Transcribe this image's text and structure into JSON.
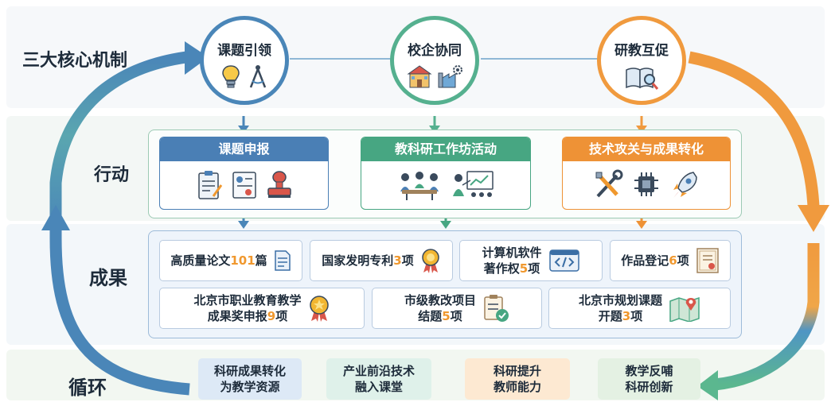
{
  "rows": {
    "mechanisms_label": "三大核心机制",
    "actions_label": "行动",
    "results_label": "成果",
    "cycle_label": "循环"
  },
  "mechanisms": [
    {
      "title": "课题引领",
      "color": "#4a86b8",
      "icons": [
        "lightbulb-icon",
        "compass-icon"
      ]
    },
    {
      "title": "校企协同",
      "color": "#55b08f",
      "icons": [
        "school-icon",
        "factory-icon"
      ]
    },
    {
      "title": "研教互促",
      "color": "#f09a3e",
      "icons": [
        "book-magnifier-icon"
      ]
    }
  ],
  "actions": [
    {
      "title": "课题申报",
      "color": "#4a7fb5",
      "icons": [
        "clipboard-icon",
        "certificate-icon",
        "stamp-icon"
      ]
    },
    {
      "title": "教科研工作坊活动",
      "color": "#47a682",
      "icons": [
        "meeting-icon",
        "presentation-icon"
      ]
    },
    {
      "title": "技术攻关与成果转化",
      "color": "#ee9236",
      "icons": [
        "tools-icon",
        "chip-icon",
        "rocket-icon"
      ]
    }
  ],
  "results": [
    {
      "pre": "高质量论文",
      "num": "101",
      "post": "篇",
      "pre2": "",
      "num2": "",
      "post2": "",
      "icon": "document-icon"
    },
    {
      "pre": "国家发明专利",
      "num": "3",
      "post": "项",
      "pre2": "",
      "num2": "",
      "post2": "",
      "icon": "patent-medal-icon"
    },
    {
      "pre": "计算机软件",
      "num": "",
      "post": "",
      "pre2": "著作权",
      "num2": "5",
      "post2": "项",
      "icon": "code-window-icon"
    },
    {
      "pre": "作品登记",
      "num": "6",
      "post": "项",
      "pre2": "",
      "num2": "",
      "post2": "",
      "icon": "certificate-seal-icon"
    },
    {
      "pre": "北京市职业教育教学",
      "num": "",
      "post": "",
      "pre2": "成果奖申报",
      "num2": "9",
      "post2": "项",
      "icon": "award-medal-icon"
    },
    {
      "pre": "市级教改项目",
      "num": "",
      "post": "",
      "pre2": "结题",
      "num2": "5",
      "post2": "项",
      "icon": "checklist-icon"
    },
    {
      "pre": "北京市规划课题",
      "num": "",
      "post": "",
      "pre2": "开题",
      "num2": "3",
      "post2": "项",
      "icon": "map-pin-icon"
    }
  ],
  "cycle": [
    {
      "line1": "科研成果转化",
      "line2": "为教学资源"
    },
    {
      "line1": "产业前沿技术",
      "line2": "融入课堂"
    },
    {
      "line1": "科研提升",
      "line2": "教师能力"
    },
    {
      "line1": "教学反哺",
      "line2": "科研创新"
    }
  ]
}
